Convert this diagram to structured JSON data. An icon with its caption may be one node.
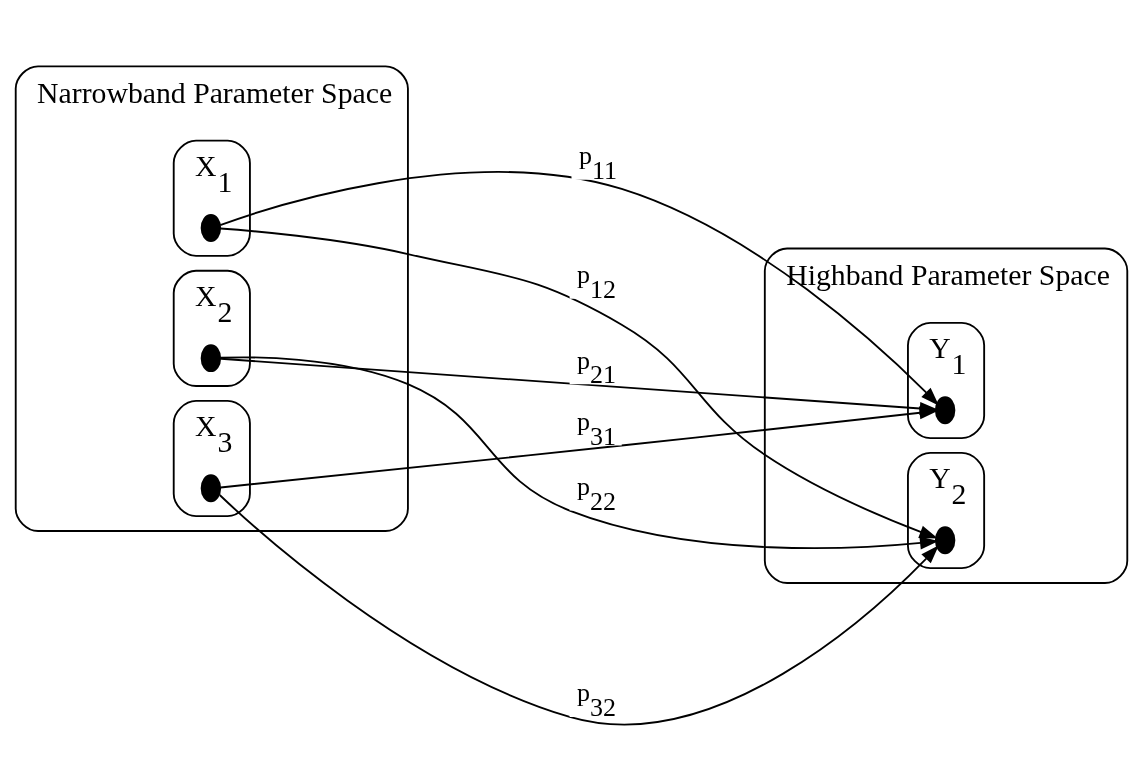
{
  "diagram": {
    "nodes": [
      {
        "text": [
          "Narrowband Parameter Space"
        ]
      },
      {
        "text": [
          "X$_{1}$"
        ],
        "in": 0
      },
      {
        "text": [],
        "shape": "dot",
        "in": 1
      },
      {
        "text": [
          "X$_{2}$"
        ],
        "in": 0
      },
      {
        "text": [],
        "shape": "dot",
        "in": 3
      },
      {
        "text": [
          "X$_{3}$"
        ],
        "in": 0
      },
      {
        "text": [],
        "shape": "dot",
        "in": 5
      },
      {
        "text": [
          "Highband Parameter Space"
        ]
      },
      {
        "text": [
          "Y$_{1}$"
        ],
        "in": 7
      },
      {
        "text": [],
        "shape": "dot",
        "in": 8
      },
      {
        "text": [
          "Y$_{2}$"
        ],
        "in": 7
      },
      {
        "text": [],
        "shape": "dot",
        "in": 10
      }
    ],
    "edges": [
      {
        "from": 2,
        "to": 9,
        "arrow": "to",
        "label": "p$_{11}$"
      },
      {
        "from": 2,
        "to": 11,
        "arrow": "to",
        "label": "p$_{12}$"
      },
      {
        "from": 4,
        "to": 9,
        "arrow": "to",
        "label": "p$_{21}$"
      },
      {
        "from": 4,
        "to": 11,
        "arrow": "to",
        "label": "p$_{22}$"
      },
      {
        "from": 6,
        "to": 9,
        "arrow": "to",
        "label": "p$_{31}$"
      },
      {
        "from": 6,
        "to": 11,
        "arrow": "to",
        "label": "p$_{32}$"
      }
    ]
  }
}
